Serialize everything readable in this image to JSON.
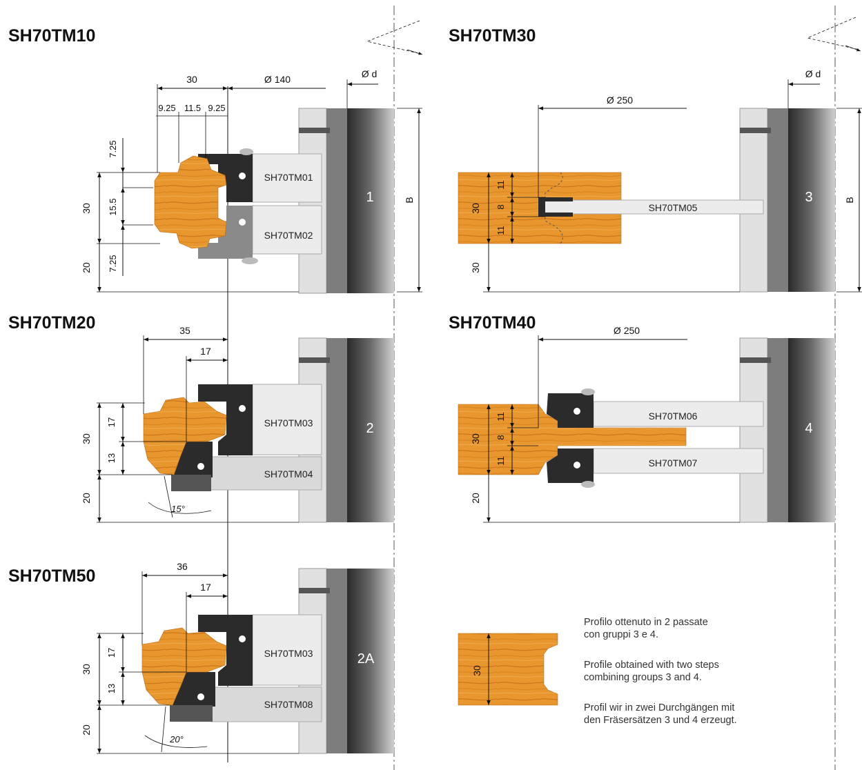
{
  "colors": {
    "wood": "#e8962e",
    "wood_grain": "#c86f18",
    "cutter_dark": "#2b2b2b",
    "cutter_grey": "#8a8a8a",
    "body_light": "#e6e6e6",
    "spindle_dark": "#3a3a3a",
    "flange_grey": "#7d7d7d"
  },
  "sections": {
    "tm10": {
      "title": "SH70TM10",
      "dim_30": "30",
      "dim_140": "Ø 140",
      "dim_d": "Ø d",
      "dim_925a": "9.25",
      "dim_115": "11.5",
      "dim_925b": "9.25",
      "dim_725a": "7.25",
      "dim_155": "15.5",
      "dim_725b": "7.25",
      "dim_h30": "30",
      "dim_h20": "20",
      "part1": "SH70TM01",
      "part2": "SH70TM02",
      "group": "1",
      "b_label": "B"
    },
    "tm30": {
      "title": "SH70TM30",
      "dim_250": "Ø 250",
      "dim_d": "Ø d",
      "dim_11a": "11",
      "dim_8": "8",
      "dim_11b": "11",
      "dim_h30": "30",
      "dim_h30b": "30",
      "part": "SH70TM05",
      "group": "3",
      "b_label": "B"
    },
    "tm20": {
      "title": "SH70TM20",
      "dim_35": "35",
      "dim_17": "17",
      "dim_v17": "17",
      "dim_v13": "13",
      "dim_h30": "30",
      "dim_h20": "20",
      "angle": "15°",
      "part1": "SH70TM03",
      "part2": "SH70TM04",
      "group": "2"
    },
    "tm40": {
      "title": "SH70TM40",
      "dim_250": "Ø 250",
      "dim_11a": "11",
      "dim_8": "8",
      "dim_11b": "11",
      "dim_h30": "30",
      "dim_h20": "20",
      "part1": "SH70TM06",
      "part2": "SH70TM07",
      "group": "4"
    },
    "tm50": {
      "title": "SH70TM50",
      "dim_36": "36",
      "dim_17": "17",
      "dim_v17": "17",
      "dim_v13": "13",
      "dim_h30": "30",
      "dim_h20": "20",
      "angle": "20°",
      "part1": "SH70TM03",
      "part2": "SH70TM08",
      "group": "2A"
    },
    "profile": {
      "dim_30": "30",
      "note_it_1": "Profilo ottenuto in 2 passate",
      "note_it_2": "con gruppi 3 e 4.",
      "note_en_1": "Profile obtained with two steps",
      "note_en_2": "combining groups 3 and 4.",
      "note_de_1": "Profil wir in zwei Durchgängen mit",
      "note_de_2": "den Fräsersätzen 3 und 4 erzeugt."
    }
  }
}
